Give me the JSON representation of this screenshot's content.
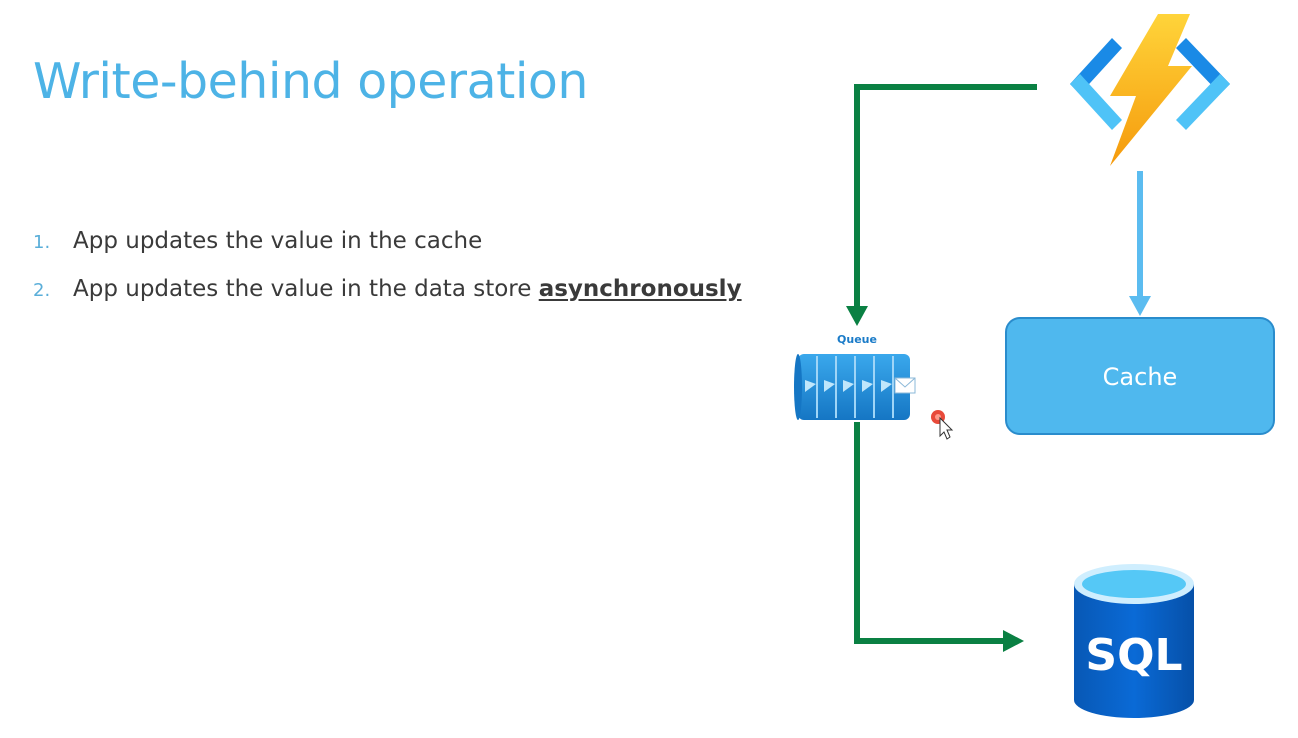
{
  "slide": {
    "title": "Write-behind operation",
    "steps": [
      {
        "number": "1.",
        "text": "App updates the value in the cache",
        "emphasis": ""
      },
      {
        "number": "2.",
        "text": "App updates the value in the data store ",
        "emphasis": "asynchronously"
      }
    ]
  },
  "diagram": {
    "queue_label": "Queue",
    "cache_label": "Cache",
    "database_label": "SQL",
    "colors": {
      "title": "#4db3e6",
      "green_arrow": "#0a8043",
      "blue_arrow": "#5bbcf0",
      "cache_fill": "#4fb8ee",
      "cache_border": "#2a8ccc",
      "sql_body": "#0a62c4",
      "queue_body": "#1f8fd8",
      "function_bolt": "#fbb815",
      "function_brackets": "#1a8ae6"
    },
    "icons": [
      "azure-function-icon",
      "queue-icon",
      "sql-database-icon",
      "mouse-cursor-icon"
    ]
  }
}
